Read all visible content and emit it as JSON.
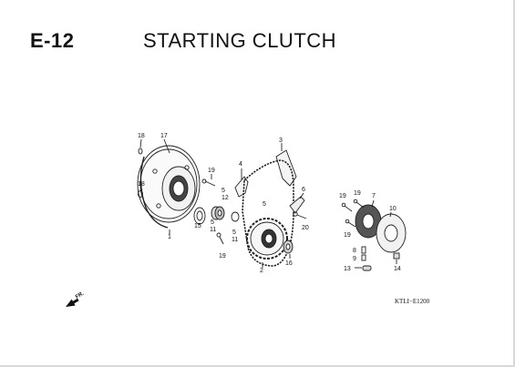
{
  "header": {
    "code": "E-12",
    "title": "STARTING CLUTCH"
  },
  "ref_code": "KTLI−E1200",
  "direction_label": "FR.",
  "part_numbers": [
    "18",
    "17",
    "19",
    "18",
    "5",
    "12",
    "15",
    "5",
    "11",
    "5",
    "11",
    "19",
    "1",
    "4",
    "3",
    "5",
    "6",
    "2",
    "20",
    "16",
    "19",
    "19",
    "7",
    "10",
    "19",
    "8",
    "9",
    "13",
    "14"
  ]
}
